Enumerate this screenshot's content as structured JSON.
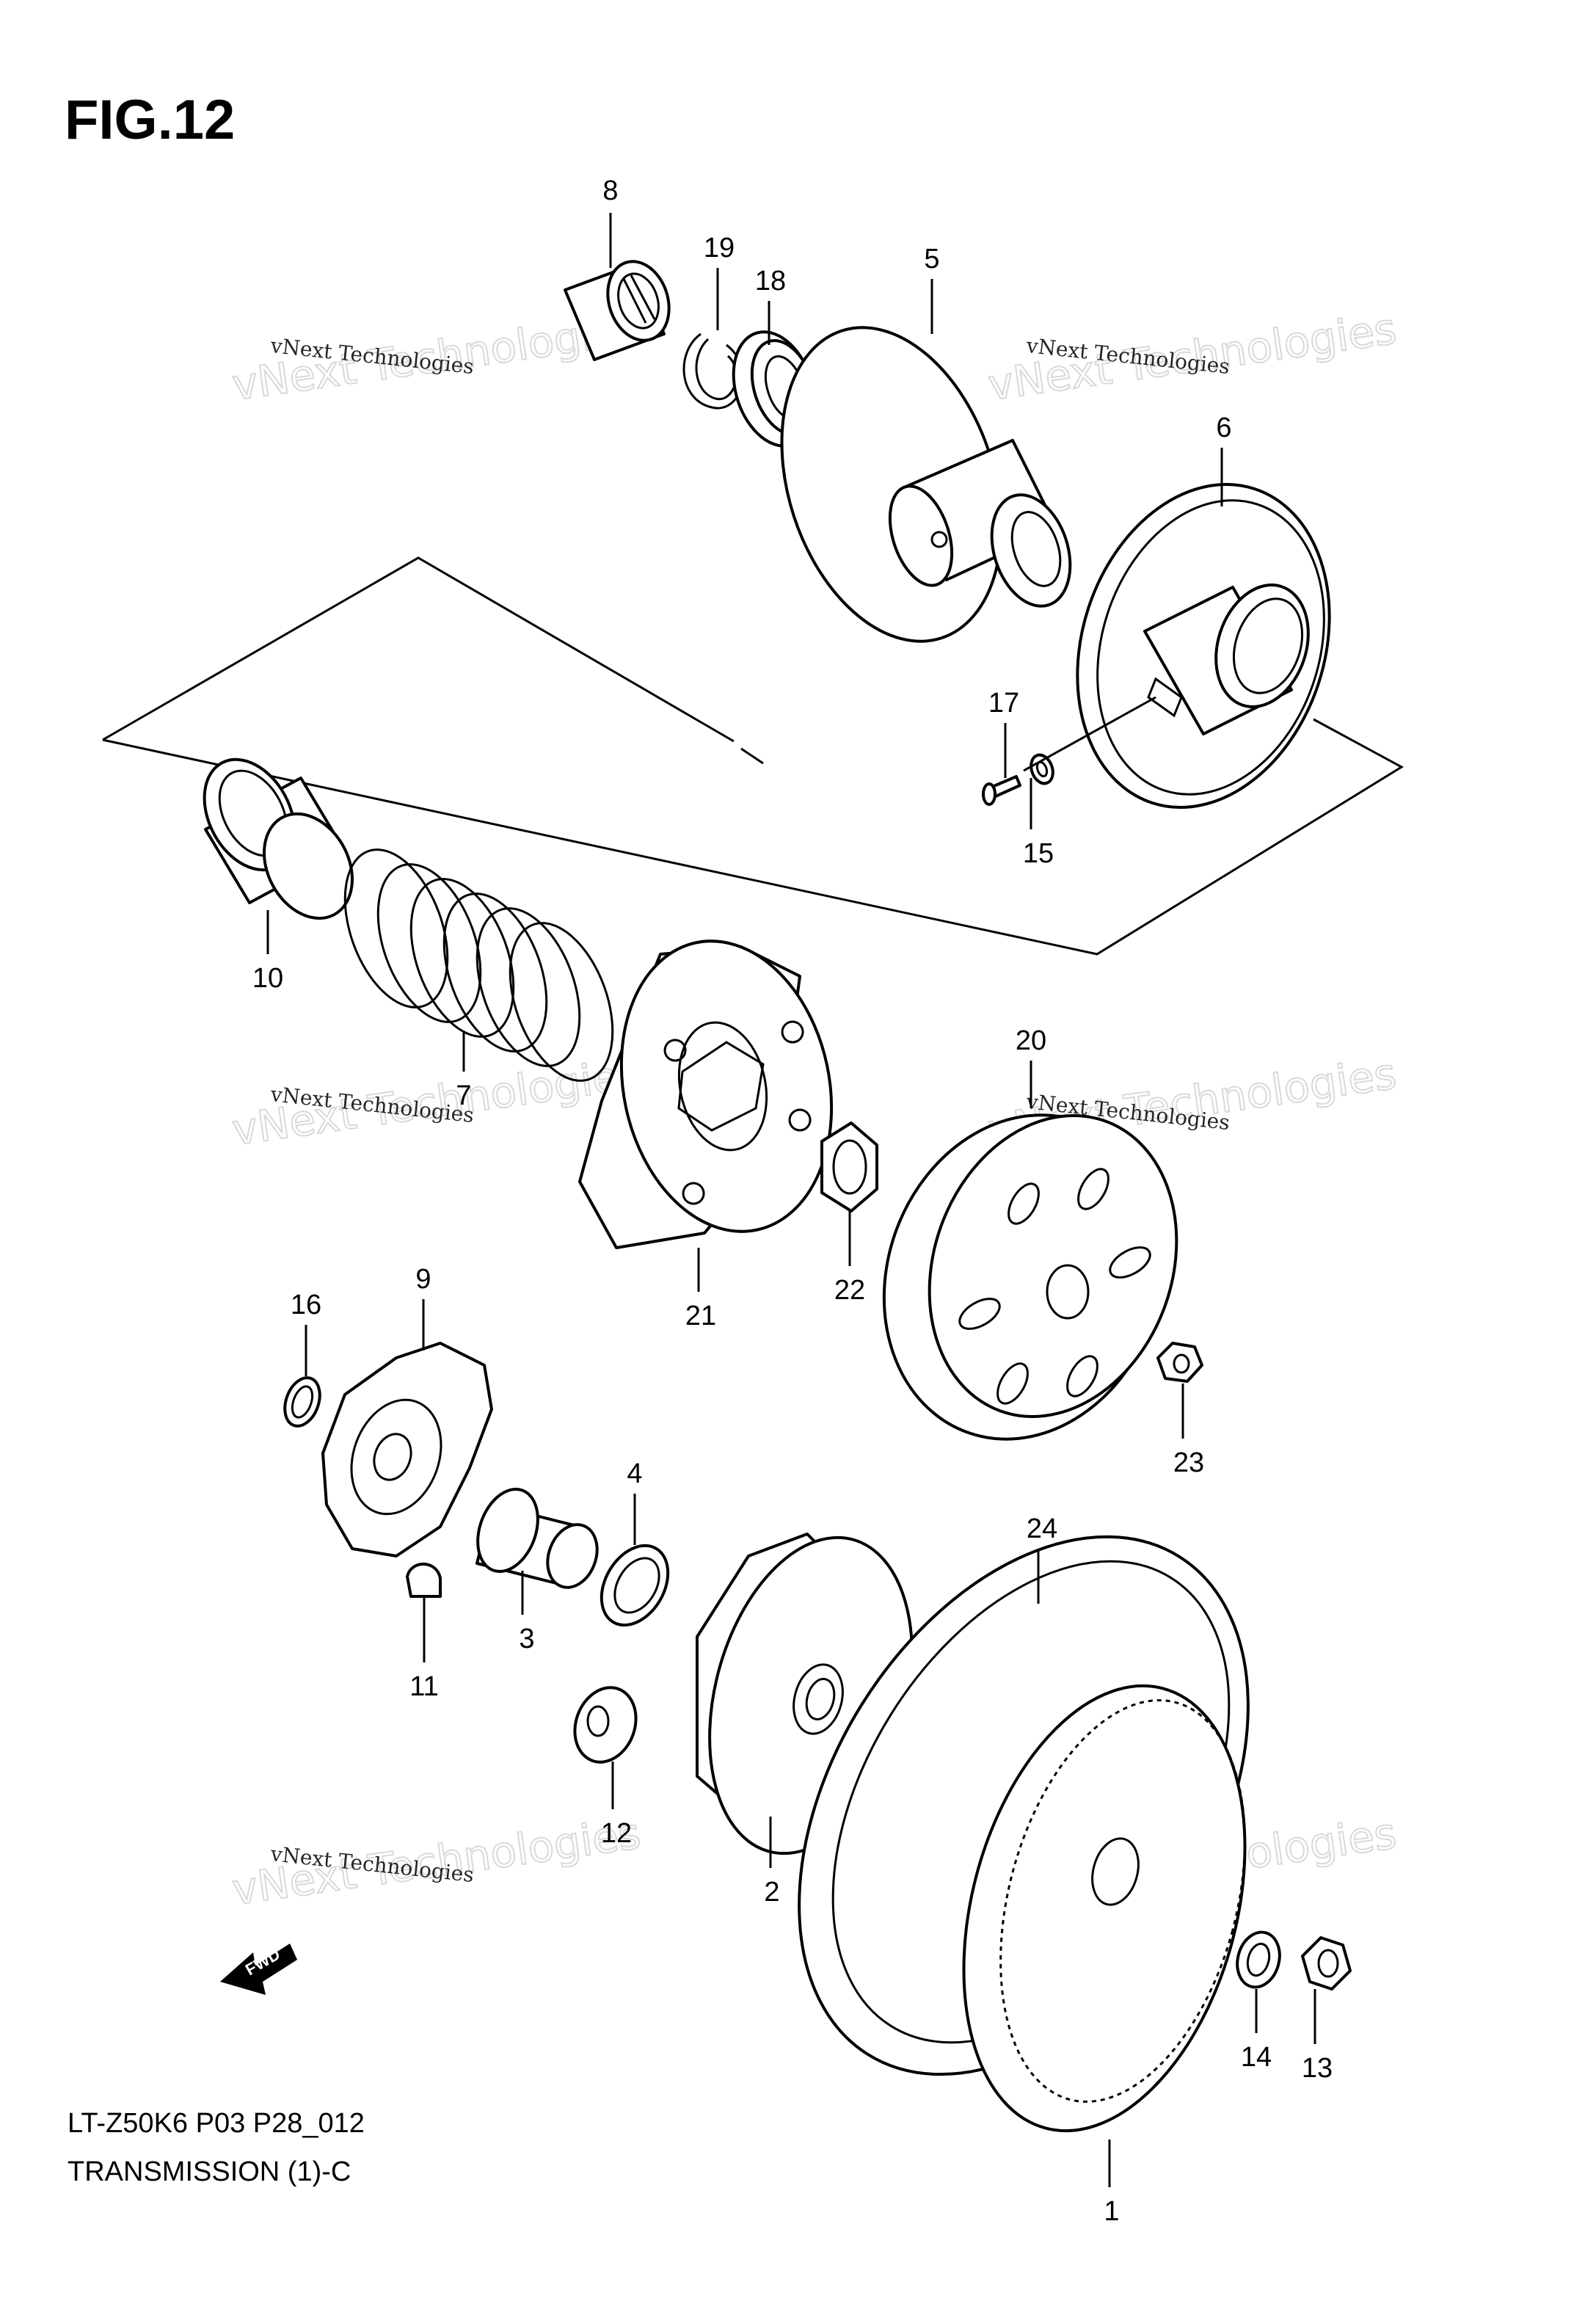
{
  "figure": {
    "title": "FIG.12"
  },
  "footer": {
    "code": "LT-Z50K6 P03 P28_012",
    "name": "TRANSMISSION (1)-C"
  },
  "watermark": {
    "small": "vNext Technologies",
    "large": "vNext Technologies"
  },
  "fwd_label": "FWD",
  "callouts": [
    "8",
    "19",
    "18",
    "5",
    "6",
    "17",
    "15",
    "10",
    "7",
    "21",
    "22",
    "20",
    "16",
    "9",
    "23",
    "4",
    "3",
    "11",
    "12",
    "2",
    "24",
    "14",
    "13",
    "1"
  ]
}
